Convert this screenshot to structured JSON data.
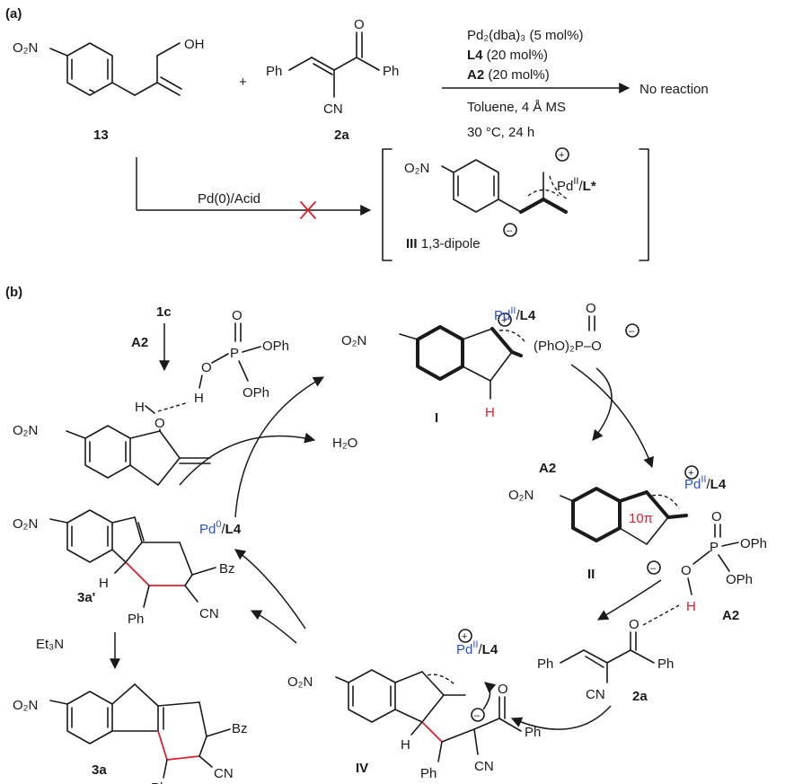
{
  "panels": {
    "a": "(a)",
    "b": "(b)"
  },
  "labels": {
    "no2": "O₂N",
    "oh": "OH",
    "o": "O",
    "ph": "Ph",
    "cn": "CN",
    "plus": "+",
    "h": "H",
    "bz": "Bz",
    "p": "P",
    "oph": "OPh",
    "h2o": "H₂O",
    "phos_anion": "(PhO)₂P–O",
    "ten_pi": "10π"
  },
  "compounds": {
    "c13": "13",
    "c2a": "2a",
    "c1c": "1c",
    "cA2": "A2",
    "cI": "I",
    "cII": "II",
    "cIV": "IV",
    "c3a_prime": "3a'",
    "c3a": "3a",
    "cIII": "III",
    "dipole_label": "1,3-dipole"
  },
  "conditions": {
    "line1": "Pd₂(dba)₃ (5 mol%)",
    "line2_bold": "L4",
    "line2": " (20 mol%)",
    "line3_bold": "A2",
    "line3": " (20 mol%)",
    "line4": "Toluene, 4 Å MS",
    "line5": "30 °C, 24 h",
    "result": "No reaction",
    "pd_acid": "Pd(0)/Acid"
  },
  "catalysts": {
    "pd_ii": "PdII",
    "pd_0": "Pd0",
    "l4": "L4",
    "l_star": "L*",
    "et3n": "Et₃N"
  },
  "colors": {
    "ink": "#1a1a1a",
    "red": "#e0202e",
    "blue": "#2a4fd6"
  }
}
